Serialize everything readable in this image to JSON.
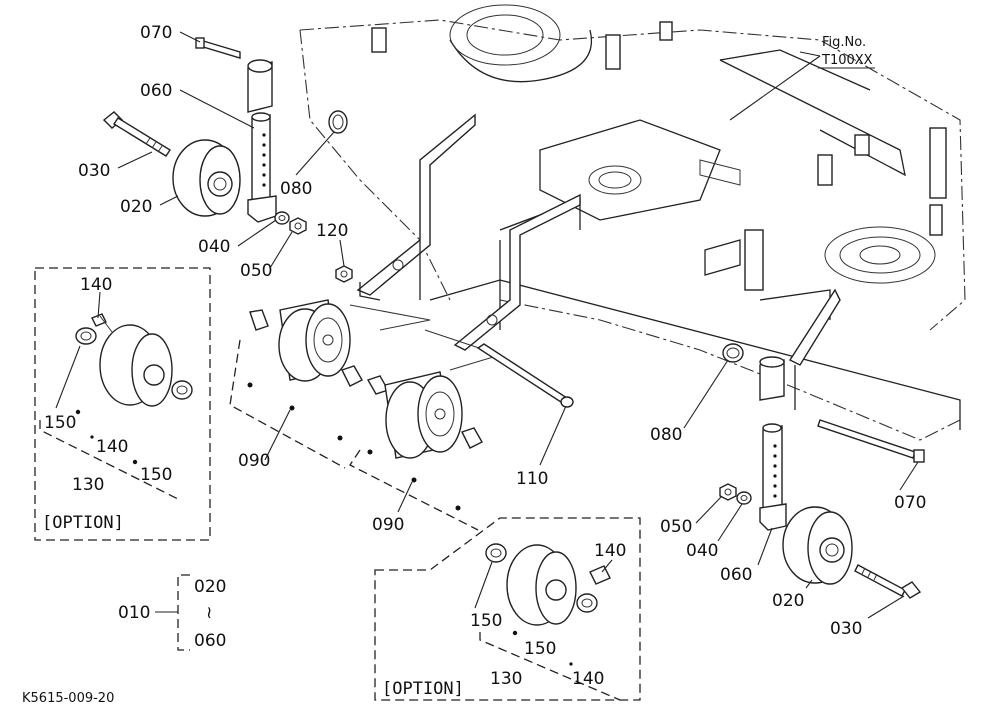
{
  "figure": {
    "fig_no_label": "Fig.No.",
    "fig_no_value": "T100XX",
    "drawing_code": "K5615-009-20"
  },
  "option_label": "[OPTION]",
  "set_range": {
    "ref": "010",
    "from": "020",
    "tilde": "≀",
    "to": "060"
  },
  "callouts": {
    "c070_left": "070",
    "c060_left": "060",
    "c030_left": "030",
    "c020_left": "020",
    "c080_left": "080",
    "c040_left": "040",
    "c050_left": "050",
    "c120": "120",
    "c140_opt_left_top": "140",
    "c150_opt_left_a": "150",
    "c140_opt_left_b": "140",
    "c150_opt_left_b": "150",
    "c130_opt_left": "130",
    "c090_upper": "090",
    "c090_lower": "090",
    "c110": "110",
    "c080_right": "080",
    "c070_right": "070",
    "c050_right": "050",
    "c040_right": "040",
    "c060_right": "060",
    "c020_right": "020",
    "c030_right": "030",
    "c140_opt_right_top": "140",
    "c150_opt_right_a": "150",
    "c150_opt_right_b": "150",
    "c130_opt_right": "130",
    "c140_opt_right_b": "140"
  }
}
